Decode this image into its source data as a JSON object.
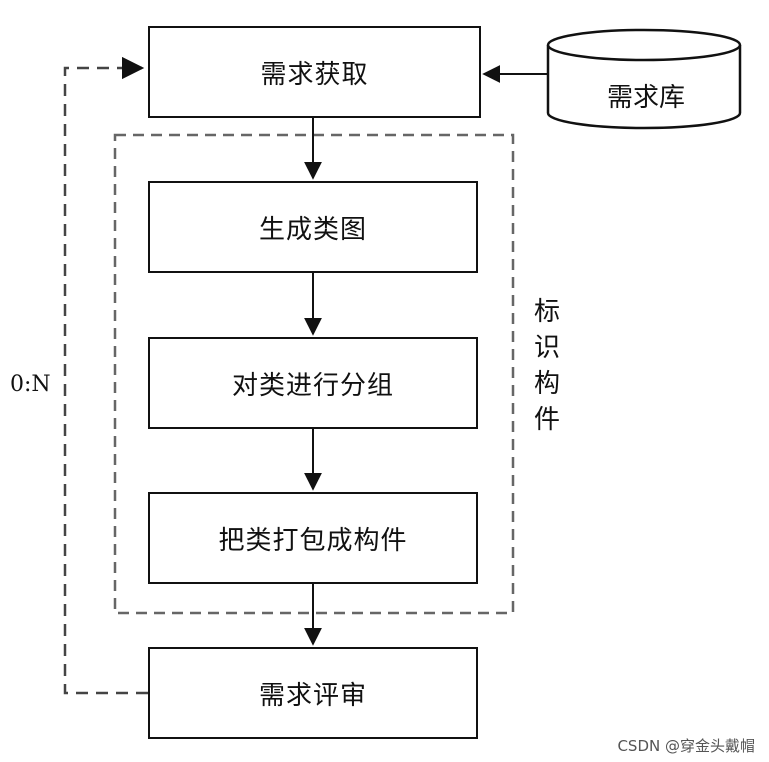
{
  "steps": {
    "acquire": "需求获取",
    "class_diagram": "生成类图",
    "group": "对类进行分组",
    "package": "把类打包成构件",
    "review": "需求评审"
  },
  "repository": "需求库",
  "group_label": "标识构件",
  "loop_label": "0:N",
  "watermark": "CSDN @穿金头戴帽",
  "colors": {
    "stroke": "#111111",
    "background": "#ffffff"
  }
}
